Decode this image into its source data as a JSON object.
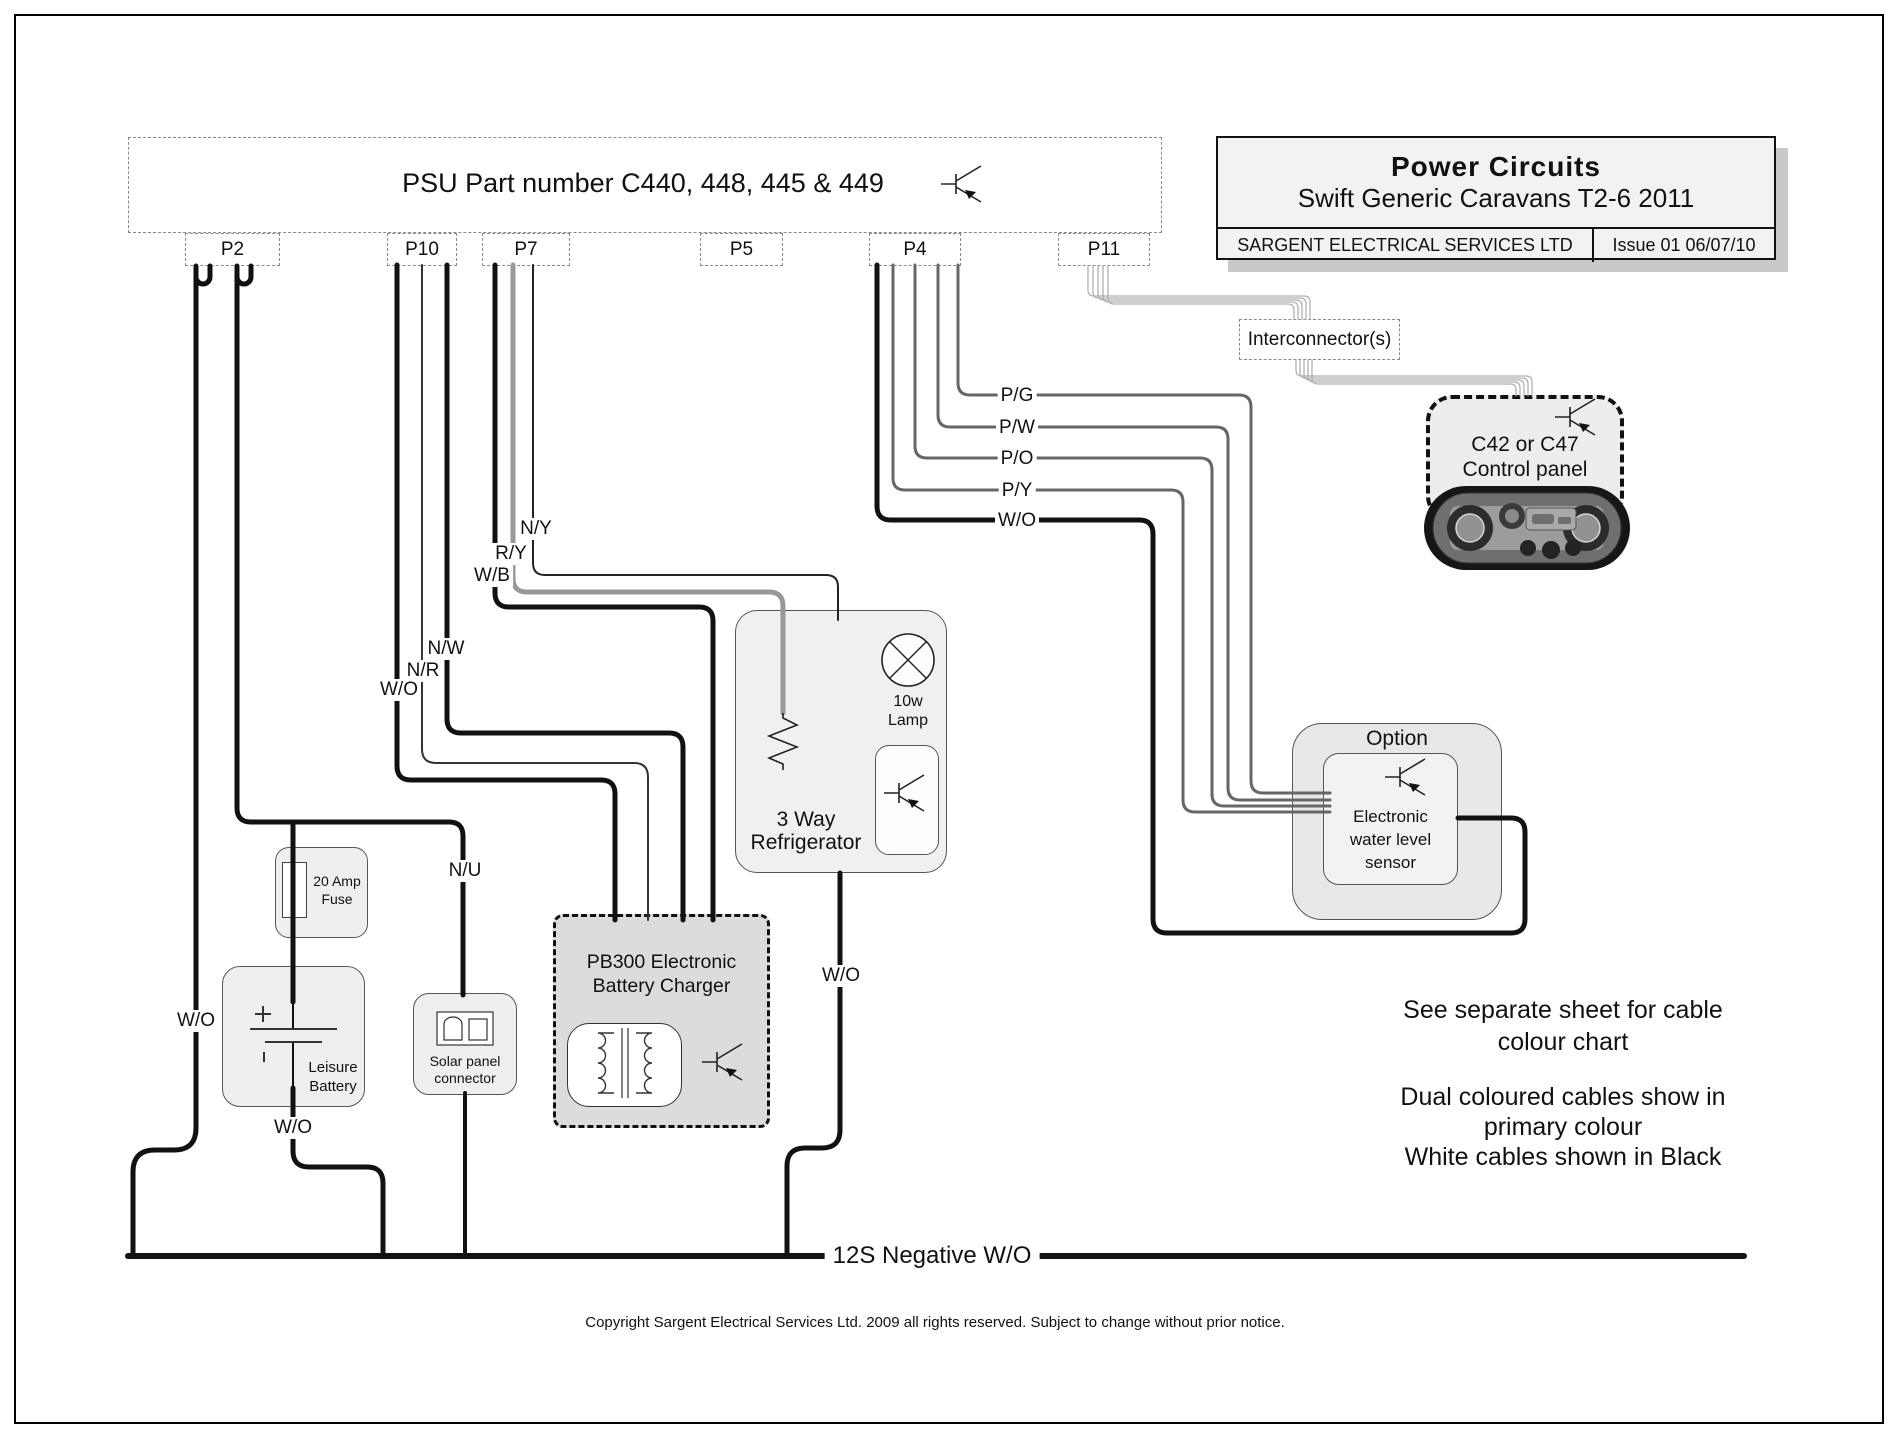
{
  "psu": {
    "title": "PSU Part number C440, 448, 445 & 449",
    "connectors": [
      "P2",
      "P10",
      "P7",
      "P5",
      "P4",
      "P11"
    ]
  },
  "title_block": {
    "title": "Power Circuits",
    "subtitle": "Swift Generic Caravans T2-6 2011",
    "company": "SARGENT ELECTRICAL SERVICES LTD",
    "issue": "Issue 01  06/07/10"
  },
  "interconnector": {
    "label": "Interconnector(s)"
  },
  "control_panel": {
    "line1": "C42 or C47",
    "line2": "Control panel"
  },
  "option_box": {
    "label": "Option",
    "sensor_line1": "Electronic",
    "sensor_line2": "water level",
    "sensor_line3": "sensor"
  },
  "components": {
    "fuse": {
      "line1": "20 Amp",
      "line2": "Fuse"
    },
    "battery": {
      "line1": "Leisure",
      "line2": "Battery"
    },
    "solar": {
      "line1": "Solar panel",
      "line2": "connector"
    },
    "charger": {
      "line1": "PB300 Electronic",
      "line2": "Battery Charger"
    },
    "fridge": {
      "line1": "3 Way",
      "line2": "Refrigerator"
    },
    "lamp": {
      "line1": "10w",
      "line2": "Lamp"
    }
  },
  "wire_labels": {
    "pg": "P/G",
    "pw": "P/W",
    "po": "P/O",
    "py": "P/Y",
    "wo_p4": "W/O",
    "ny": "N/Y",
    "ry": "R/Y",
    "wb": "W/B",
    "nw": "N/W",
    "nr": "N/R",
    "wo_p10": "W/O",
    "nu": "N/U",
    "wo_left": "W/O",
    "wo_battery": "W/O",
    "wo_fridge": "W/O"
  },
  "bus": {
    "label": "12S Negative  W/O"
  },
  "notes": {
    "note1_line1": "See separate sheet for cable",
    "note1_line2": "colour chart",
    "note2_line1": "Dual coloured cables show in",
    "note2_line2": "primary colour",
    "note2_line3": "White cables shown in Black"
  },
  "copyright": "Copyright Sargent Electrical Services Ltd. 2009 all rights reserved.  Subject to change without prior notice.",
  "icons": {
    "transistor": "transistor-icon",
    "lamp": "lamp-circle-cross-icon",
    "battery": "battery-cell-icon",
    "transformer": "transformer-coils-icon",
    "fuse": "fuse-cartridge-icon",
    "solar": "solar-connector-plug-icon",
    "control_panel_photo": "control-panel-photo"
  },
  "colors": {
    "wire_black": "#111111",
    "wire_gray": "#999999",
    "wire_mid_gray": "#666666",
    "ribbon_gray": "#b0b0b0",
    "box_fill": "#efefef",
    "charger_fill": "#dcdcdc",
    "title_fill": "#f2f2f2"
  }
}
